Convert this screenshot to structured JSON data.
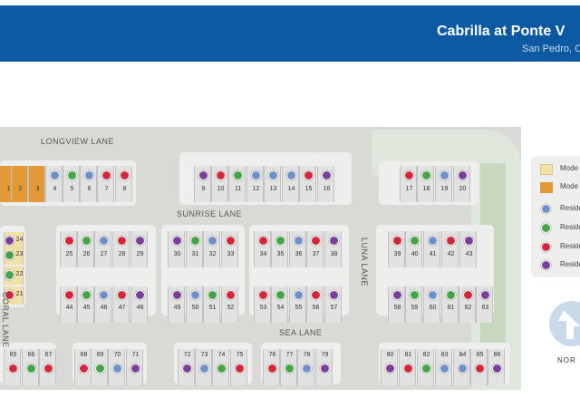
{
  "header": {
    "title": "Cabrilla at Ponte V",
    "subtitle": "San Pedro, CA"
  },
  "roads": {
    "longview": "LONGVIEW LANE",
    "sunrise": "SUNRISE LANE",
    "sea": "SEA LANE",
    "coral": "CORAL LANE",
    "luna": "LUNA LANE"
  },
  "legend": {
    "items": [
      {
        "label": "Mode",
        "swatch": "#f1e1a7"
      },
      {
        "label": "Mode",
        "swatch": "#e39a36"
      },
      {
        "label": "Reside",
        "swatch": "#6f8fc7"
      },
      {
        "label": "Reside",
        "swatch": "#45a447"
      },
      {
        "label": "Reside",
        "swatch": "#d3283b"
      },
      {
        "label": "Reside",
        "swatch": "#7b3f98"
      }
    ]
  },
  "compass": {
    "label": "NOR"
  },
  "colors": {
    "blue": "#6f8fc7",
    "green": "#45a447",
    "red": "#d3283b",
    "purple": "#7b3f98",
    "model": "#e39a36",
    "model_light": "#f1e1a7"
  },
  "lots": [
    {
      "id": "1",
      "status": "model"
    },
    {
      "id": "2",
      "status": "model"
    },
    {
      "id": "3",
      "status": "model"
    },
    {
      "id": "4",
      "status": "blue"
    },
    {
      "id": "5",
      "status": "green"
    },
    {
      "id": "6",
      "status": "blue"
    },
    {
      "id": "7",
      "status": "red"
    },
    {
      "id": "8",
      "status": "red"
    },
    {
      "id": "9",
      "status": "purple"
    },
    {
      "id": "10",
      "status": "red"
    },
    {
      "id": "11",
      "status": "green"
    },
    {
      "id": "12",
      "status": "blue"
    },
    {
      "id": "13",
      "status": "blue"
    },
    {
      "id": "14",
      "status": "blue"
    },
    {
      "id": "15",
      "status": "red"
    },
    {
      "id": "16",
      "status": "purple"
    },
    {
      "id": "17",
      "status": "red"
    },
    {
      "id": "18",
      "status": "green"
    },
    {
      "id": "19",
      "status": "blue"
    },
    {
      "id": "20",
      "status": "purple"
    },
    {
      "id": "21",
      "status": "red"
    },
    {
      "id": "22",
      "status": "green"
    },
    {
      "id": "23",
      "status": "green"
    },
    {
      "id": "24",
      "status": "purple"
    },
    {
      "id": "25",
      "status": "red"
    },
    {
      "id": "26",
      "status": "green"
    },
    {
      "id": "27",
      "status": "blue"
    },
    {
      "id": "28",
      "status": "red"
    },
    {
      "id": "29",
      "status": "purple"
    },
    {
      "id": "30",
      "status": "purple"
    },
    {
      "id": "31",
      "status": "green"
    },
    {
      "id": "32",
      "status": "blue"
    },
    {
      "id": "33",
      "status": "red"
    },
    {
      "id": "34",
      "status": "red"
    },
    {
      "id": "35",
      "status": "green"
    },
    {
      "id": "36",
      "status": "blue"
    },
    {
      "id": "37",
      "status": "red"
    },
    {
      "id": "38",
      "status": "purple"
    },
    {
      "id": "39",
      "status": "red"
    },
    {
      "id": "40",
      "status": "green"
    },
    {
      "id": "41",
      "status": "blue"
    },
    {
      "id": "42",
      "status": "red"
    },
    {
      "id": "43",
      "status": "purple"
    },
    {
      "id": "44",
      "status": "red"
    },
    {
      "id": "45",
      "status": "green"
    },
    {
      "id": "46",
      "status": "blue"
    },
    {
      "id": "47",
      "status": "red"
    },
    {
      "id": "48",
      "status": "purple"
    },
    {
      "id": "49",
      "status": "purple"
    },
    {
      "id": "50",
      "status": "blue"
    },
    {
      "id": "51",
      "status": "green"
    },
    {
      "id": "52",
      "status": "red"
    },
    {
      "id": "53",
      "status": "red"
    },
    {
      "id": "54",
      "status": "green"
    },
    {
      "id": "55",
      "status": "blue"
    },
    {
      "id": "56",
      "status": "red"
    },
    {
      "id": "57",
      "status": "purple"
    },
    {
      "id": "58",
      "status": "purple"
    },
    {
      "id": "59",
      "status": "green"
    },
    {
      "id": "60",
      "status": "blue"
    },
    {
      "id": "61",
      "status": "green"
    },
    {
      "id": "62",
      "status": "red"
    },
    {
      "id": "63",
      "status": "purple"
    },
    {
      "id": "65",
      "status": "red"
    },
    {
      "id": "66",
      "status": "green"
    },
    {
      "id": "67",
      "status": "red"
    },
    {
      "id": "68",
      "status": "red"
    },
    {
      "id": "69",
      "status": "green"
    },
    {
      "id": "70",
      "status": "blue"
    },
    {
      "id": "71",
      "status": "purple"
    },
    {
      "id": "72",
      "status": "purple"
    },
    {
      "id": "73",
      "status": "blue"
    },
    {
      "id": "74",
      "status": "green"
    },
    {
      "id": "75",
      "status": "red"
    },
    {
      "id": "76",
      "status": "red"
    },
    {
      "id": "77",
      "status": "green"
    },
    {
      "id": "78",
      "status": "blue"
    },
    {
      "id": "79",
      "status": "purple"
    },
    {
      "id": "80",
      "status": "purple"
    },
    {
      "id": "81",
      "status": "red"
    },
    {
      "id": "82",
      "status": "green"
    },
    {
      "id": "83",
      "status": "blue"
    },
    {
      "id": "84",
      "status": "blue"
    },
    {
      "id": "85",
      "status": "red"
    },
    {
      "id": "86",
      "status": "purple"
    }
  ]
}
